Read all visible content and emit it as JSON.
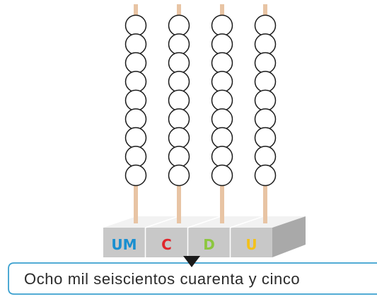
{
  "abacus": {
    "rods": [
      {
        "label": "UM",
        "color": "#1a8fd0",
        "beads": 9
      },
      {
        "label": "C",
        "color": "#e0262c",
        "beads": 9
      },
      {
        "label": "D",
        "color": "#8cc63f",
        "beads": 9
      },
      {
        "label": "U",
        "color": "#f3c11b",
        "beads": 9
      }
    ],
    "rod_color": "#e8c4a4",
    "base_top_color": "#f2f2f2",
    "base_front_color": "#c8c8c8",
    "base_side_color": "#a9a9a9"
  },
  "caption": {
    "text": "Ocho mil seiscientos cuarenta y cinco",
    "border_color": "#3aa0cf",
    "pointer_color": "#1a1a1a"
  }
}
